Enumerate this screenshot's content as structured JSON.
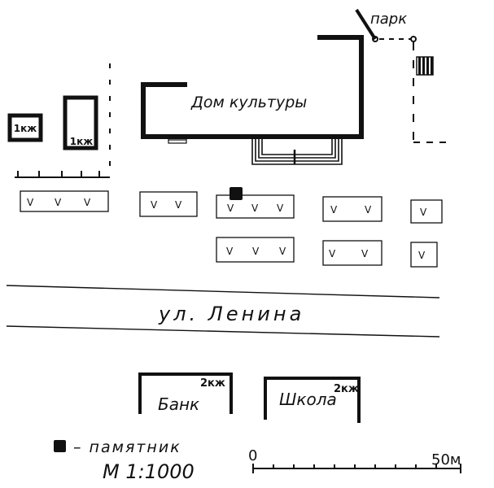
{
  "map": {
    "ink_color": "#111111",
    "background_color": "#ffffff",
    "labels": {
      "park": "парк",
      "culture_house": "Дом культуры",
      "street": "ул. Ленина",
      "bank": "Банк",
      "school": "Школа",
      "floors_1": "1кж",
      "floors_2": "2кж"
    },
    "tree_mark": "V"
  },
  "legend": {
    "monument_label": "– памятник",
    "scale_label": "М 1:1000",
    "scale_start": "0",
    "scale_end": "50м"
  }
}
